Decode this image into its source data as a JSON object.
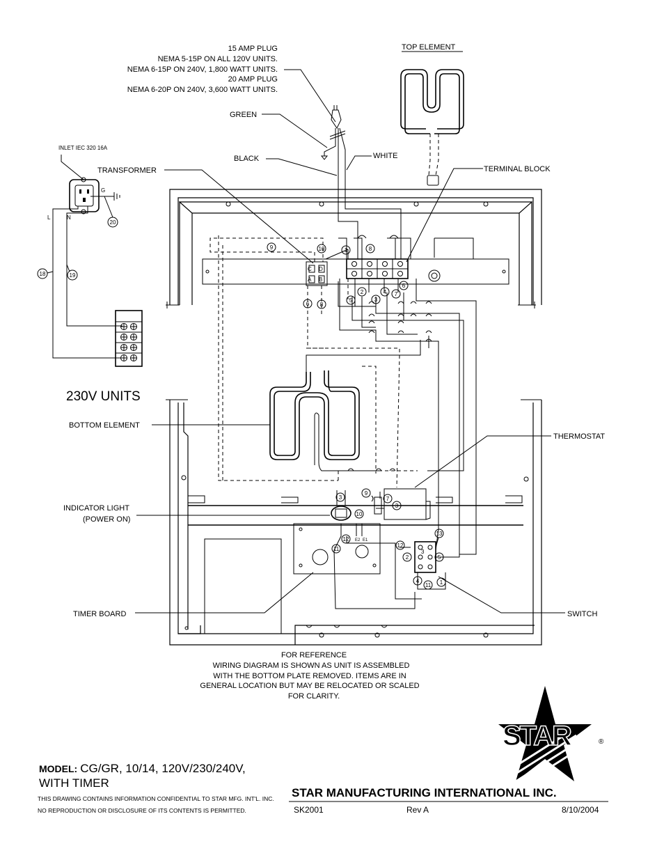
{
  "plug": {
    "line1": "15 AMP PLUG",
    "line2": "NEMA 5-15P ON ALL 120V UNITS.",
    "line3": "NEMA 6-15P ON 240V, 1,800 WATT UNITS.",
    "line4": "20 AMP PLUG",
    "line5": "NEMA 6-20P ON 240V, 3,600 WATT UNITS."
  },
  "labels": {
    "top_element": "TOP ELEMENT",
    "green": "GREEN",
    "black": "BLACK",
    "white": "WHITE",
    "inlet": "INLET IEC 320 16A",
    "transformer": "TRANSFORMER",
    "terminal_block": "TERMINAL BLOCK",
    "units_230": "230V UNITS",
    "bottom_element": "BOTTOM ELEMENT",
    "thermostat": "THERMOSTAT",
    "indicator_light_1": "INDICATOR LIGHT",
    "indicator_light_2": "(POWER ON)",
    "timer_board": "TIMER BOARD",
    "switch": "SWITCH",
    "inlet_g": "G",
    "inlet_l": "L",
    "inlet_n": "N",
    "trans_c": "C",
    "trans_d": "D",
    "trans_a": "A",
    "trans_b": "B",
    "e2": "E2",
    "e1": "E1",
    "switch_center": "3"
  },
  "wire_numbers": {
    "w20": "20",
    "w18": "18",
    "w19": "19",
    "w9a": "9",
    "w10a": "10",
    "w1a": "1",
    "w8a": "8",
    "w6a": "6",
    "w8b": "8",
    "w2a": "2",
    "w5a": "5",
    "w3a": "3",
    "w4a": "4",
    "w7a": "7",
    "w6b": "6",
    "w3b": "3",
    "w9b": "9",
    "w7b": "7",
    "w3c": "3",
    "w10b": "10",
    "w12a": "12",
    "w11a": "11",
    "w12b": "12",
    "w13": "13",
    "w2b": "2",
    "w5b": "5",
    "w4b": "4",
    "w1b": "1",
    "w11b": "11"
  },
  "notes": {
    "line1": "FOR REFERENCE",
    "line2": "WIRING DIAGRAM IS SHOWN AS UNIT IS ASSEMBLED",
    "line3": "WITH THE BOTTOM PLATE REMOVED.  ITEMS ARE IN",
    "line4": "GENERAL LOCATION BUT MAY BE RELOCATED OR SCALED",
    "line5": "FOR CLARITY."
  },
  "logo": {
    "text": "STAR",
    "registered": "®"
  },
  "model": {
    "label": "MODEL:",
    "value": "CG/GR, 10/14, 120V/230/240V,",
    "value2": "WITH TIMER"
  },
  "confidential": {
    "line1": "THIS DRAWING CONTAINS INFORMATION CONFIDENTIAL TO STAR MFG. INT'L. INC.",
    "line2": "NO REPRODUCTION OR DISCLOSURE OF ITS CONTENTS IS PERMITTED."
  },
  "title_block": {
    "company": "STAR MANUFACTURING INTERNATIONAL INC.",
    "drawing_no": "SK2001",
    "revision": "Rev A",
    "date": "8/10/2004"
  }
}
